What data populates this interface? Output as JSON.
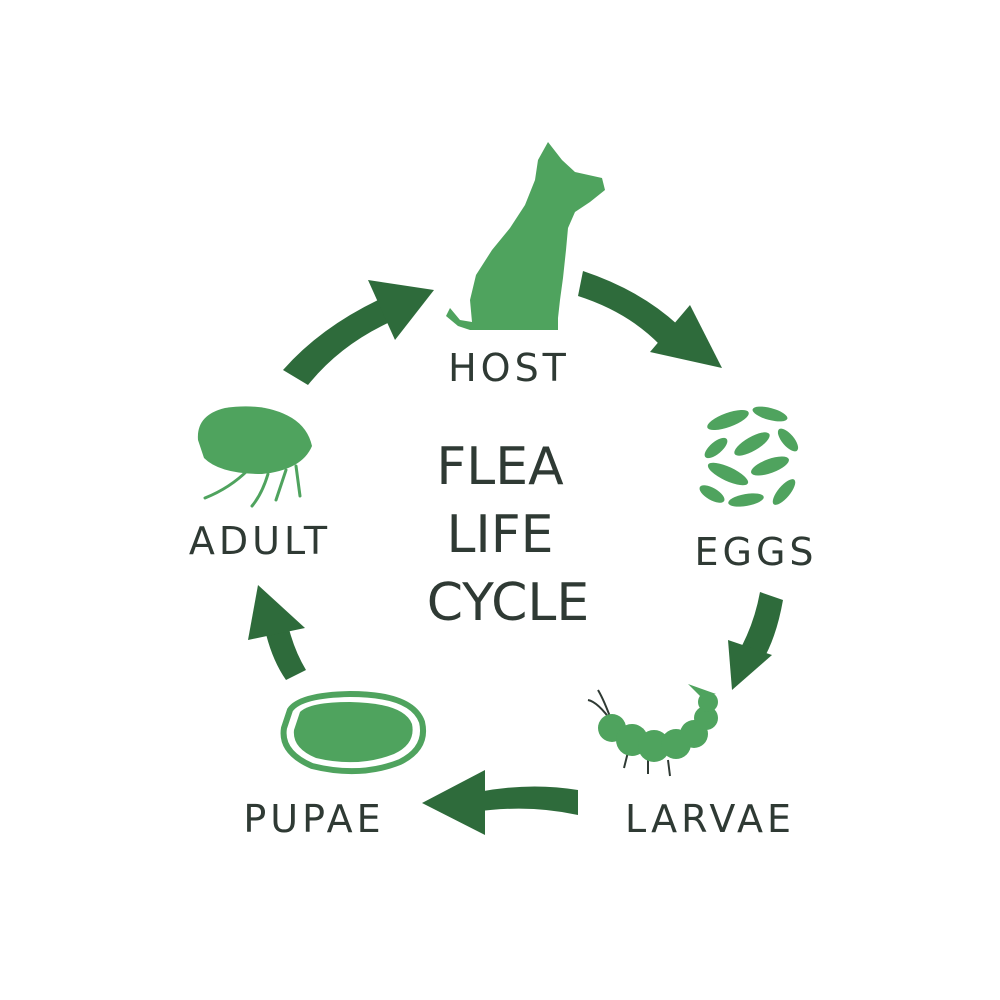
{
  "title": {
    "lines": [
      "FLEA",
      "LIFE",
      "CYCLE"
    ]
  },
  "stages": {
    "host": "HOST",
    "eggs": "EGGS",
    "larvae": "LARVAE",
    "pupae": "PUPAE",
    "adult": "ADULT"
  },
  "colors": {
    "icon_green": "#4fa35e",
    "arrow_green": "#2e6b3b",
    "text": "#2f3a34",
    "background": "#ffffff"
  },
  "icons": {
    "host": "dog-icon",
    "eggs": "eggs-icon",
    "larvae": "larva-icon",
    "pupae": "pupa-icon",
    "adult": "flea-icon"
  }
}
